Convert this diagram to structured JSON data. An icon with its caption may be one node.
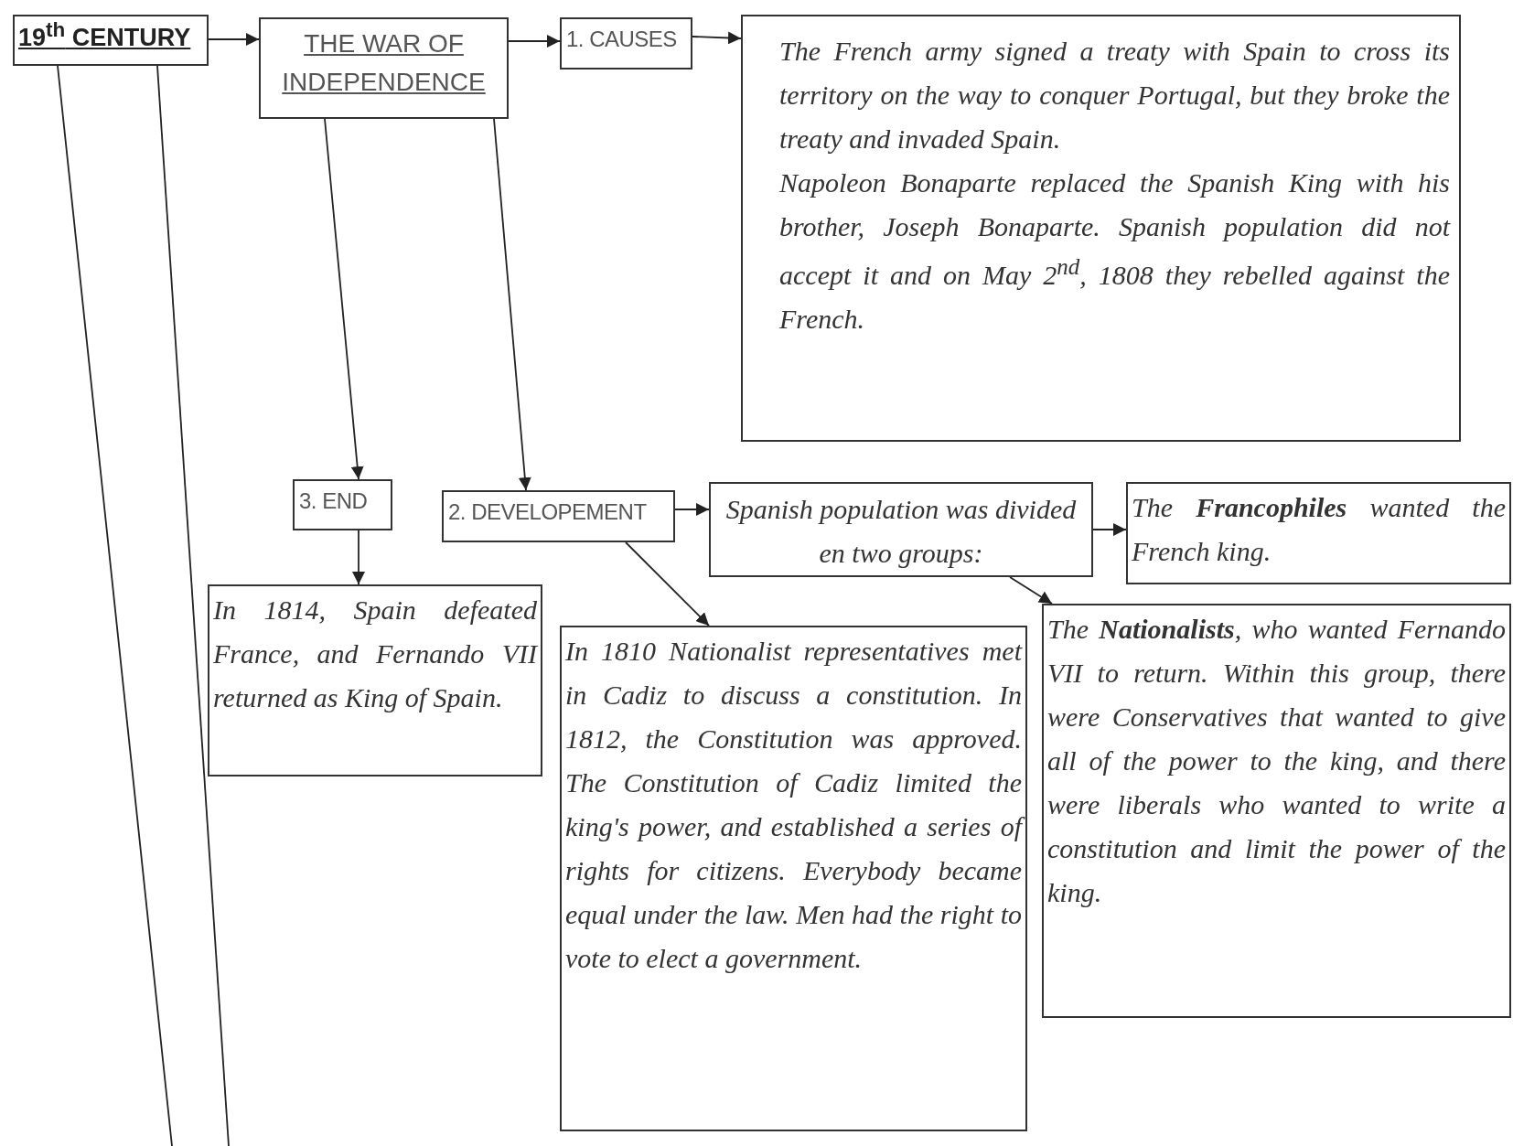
{
  "diagram": {
    "nodes": [
      {
        "text": [
          "19$^{th}$ CENTURY"
        ]
      },
      {
        "text": [
          "THE WAR OF INDEPENDENCE"
        ]
      },
      {
        "text": [
          "1. CAUSES"
        ]
      },
      {
        "text": [
          "The French army signed a treaty with Spain to cross its territory on the way to conquer Portugal, but they broke the treaty and invaded Spain.",
          "Napoleon Bonaparte replaced the Spanish King with his brother, Joseph Bonaparte. Spanish population did not accept it and on May 2$^{nd}$, 1808 they rebelled against the French."
        ]
      },
      {
        "text": [
          "3. END"
        ]
      },
      {
        "text": [
          "2. DEVELOPEMENT"
        ]
      },
      {
        "text": [
          "Spanish population was divided en two groups:"
        ]
      },
      {
        "text": [
          "The **Francophiles** wanted the French king."
        ]
      },
      {
        "text": [
          "In 1814, Spain defeated France, and Fernando VII returned as King of Spain."
        ]
      },
      {
        "text": [
          "In 1810 Nationalist representatives met in Cadiz to discuss a constitution. In 1812, the Constitution was approved. The Constitution of Cadiz limited the king's power, and established a series of rights for citizens. Everybody became equal under the law. Men had the right to vote to elect a government."
        ]
      },
      {
        "text": [
          "The **Nationalists**, who wanted Fernando VII to return. Within this group, there were Conservatives that wanted to give all of the power to the king, and there were liberals who wanted to write a constitution and limit the power of the king."
        ]
      }
    ],
    "edges": [
      {
        "from": 0,
        "to": 1,
        "arrow": "to"
      },
      {
        "from": 1,
        "to": 2,
        "arrow": "to"
      },
      {
        "from": 2,
        "to": 3,
        "arrow": "to"
      },
      {
        "from": 1,
        "to": 4,
        "arrow": "to"
      },
      {
        "from": 1,
        "to": 5,
        "arrow": "to"
      },
      {
        "from": 4,
        "to": 8,
        "arrow": "to"
      },
      {
        "from": 5,
        "to": 6,
        "arrow": "to"
      },
      {
        "from": 5,
        "to": 9,
        "arrow": "to"
      },
      {
        "from": 6,
        "to": 7,
        "arrow": "to"
      },
      {
        "from": 6,
        "to": 10,
        "arrow": "to"
      },
      {
        "from": 0,
        "to": null,
        "arrow": "none"
      },
      {
        "from": 0,
        "to": null,
        "arrow": "none"
      }
    ]
  }
}
